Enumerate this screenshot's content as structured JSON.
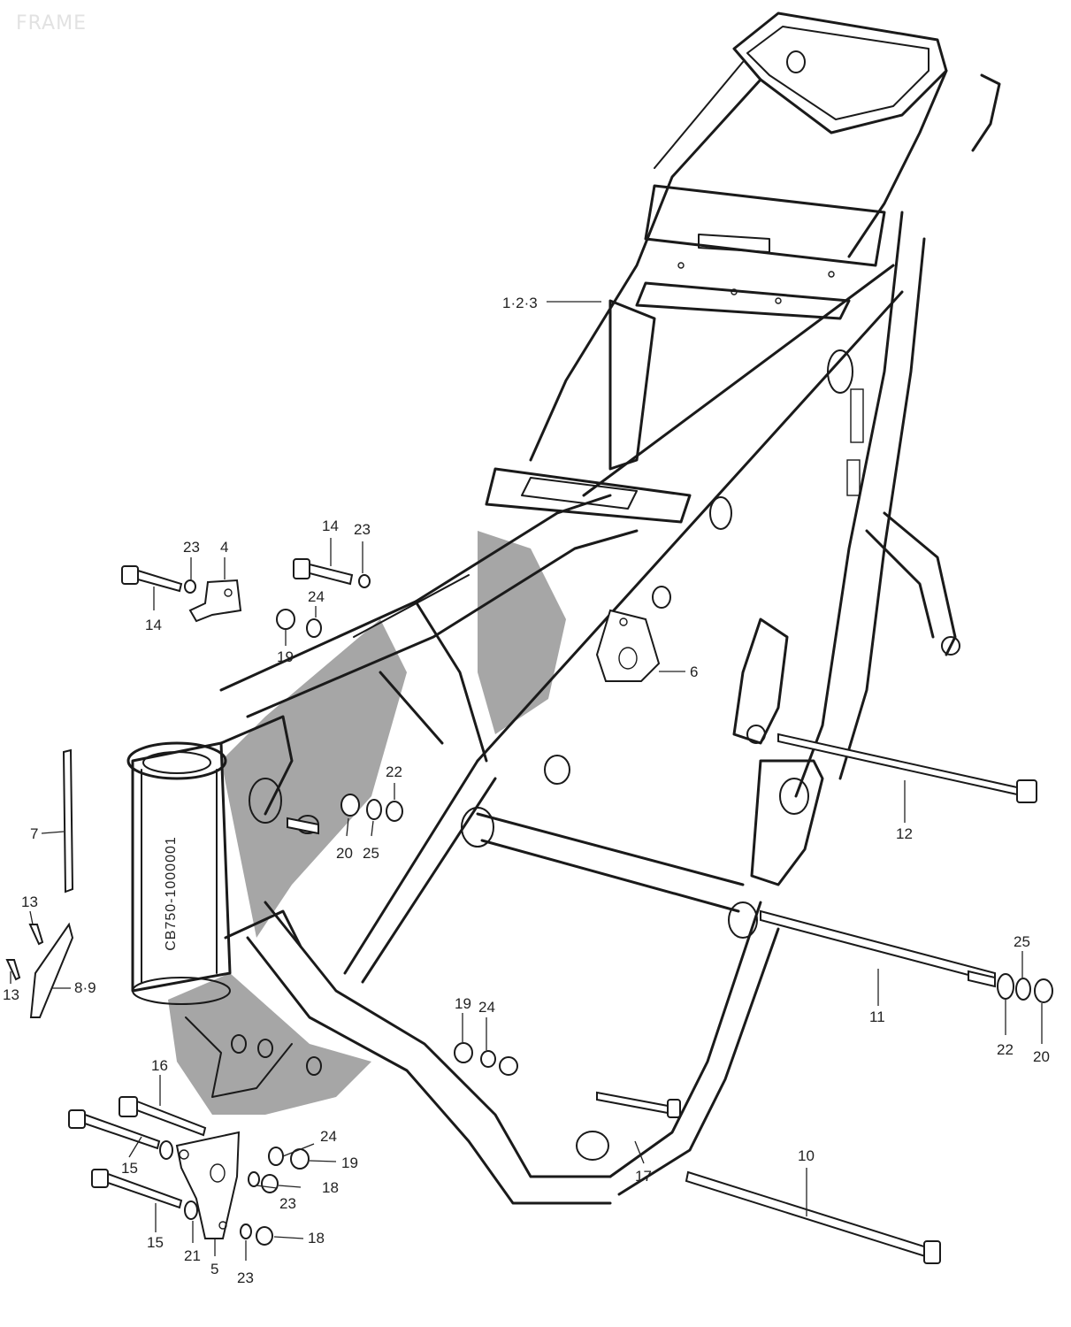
{
  "heading": "FRAME",
  "frame_stamp": "CB750-1000001",
  "callouts": {
    "c_123": "1·2·3",
    "c_4": "4",
    "c_5": "5",
    "c_6": "6",
    "c_7": "7",
    "c_89": "8·9",
    "c_10": "10",
    "c_11": "11",
    "c_12": "12",
    "c_13a": "13",
    "c_13b": "13",
    "c_14a": "14",
    "c_14b": "14",
    "c_15a": "15",
    "c_15b": "15",
    "c_16": "16",
    "c_17": "17",
    "c_18a": "18",
    "c_18b": "18",
    "c_19a": "19",
    "c_19b": "19",
    "c_19c": "19",
    "c_20a": "20",
    "c_20b": "20",
    "c_21": "21",
    "c_22a": "22",
    "c_22b": "22",
    "c_23a": "23",
    "c_23b": "23",
    "c_23c": "23",
    "c_23d": "23",
    "c_24a": "24",
    "c_24b": "24",
    "c_24c": "24",
    "c_25a": "25",
    "c_25b": "25"
  }
}
